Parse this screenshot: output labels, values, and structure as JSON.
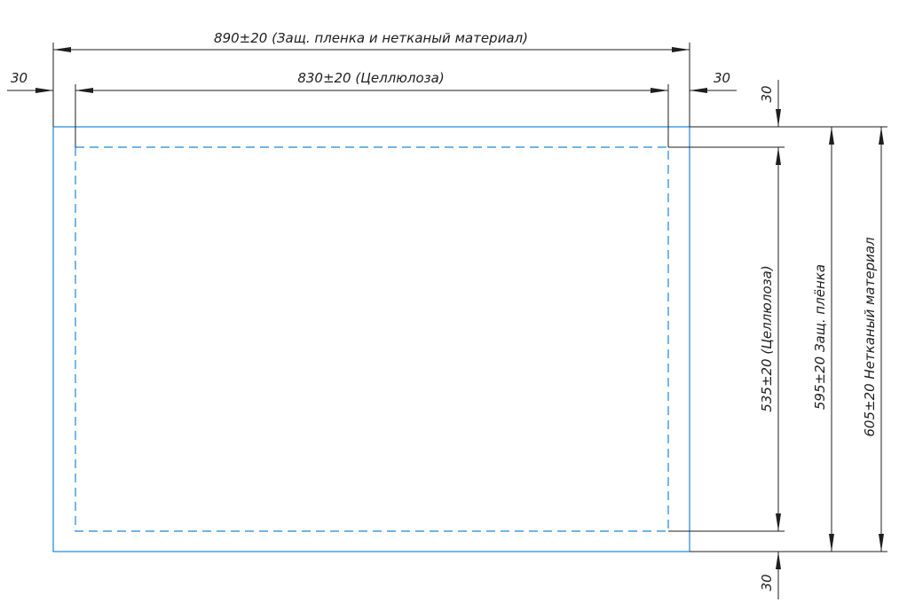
{
  "drawing": {
    "colors": {
      "outline": "#1b86d6",
      "dimension": "#1e1e1e",
      "background": "#ffffff"
    },
    "dimensions": {
      "overall_width": "890±20 (Защ. пленка и нетканый материал)",
      "cellulose_width": "830±20 (Целлюлоза)",
      "left_margin": "30",
      "right_margin": "30",
      "top_margin": "30",
      "bottom_margin": "30",
      "cellulose_height": "535±20 (Целлюлоза)",
      "film_height": "595±20 Защ. плёнка",
      "nonwoven_height": "605±20 Нетканый материал"
    }
  }
}
